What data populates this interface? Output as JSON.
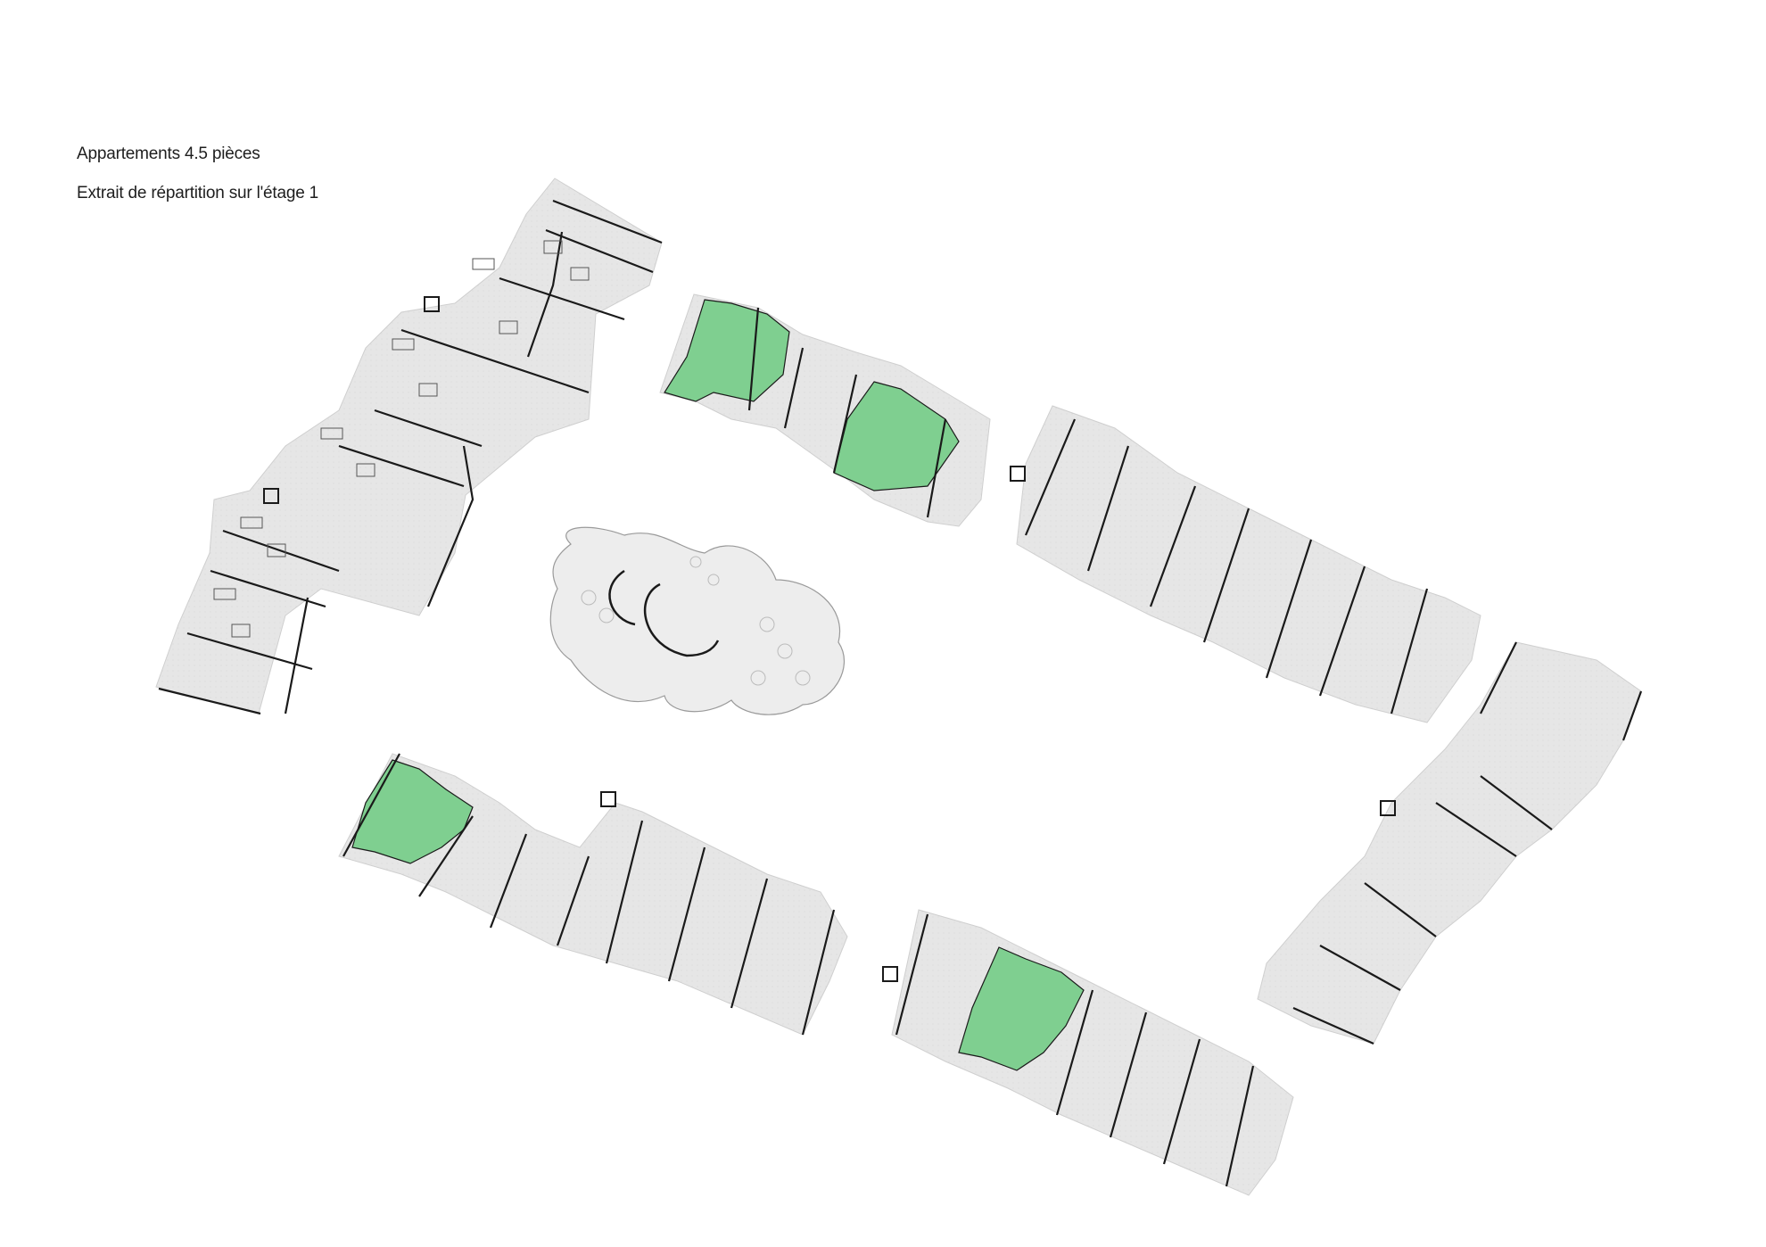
{
  "title": "Appartements 4.5 pièces",
  "subtitle": "Extrait de répartition sur l'étage 1",
  "colors": {
    "floor": "#e6e6e6",
    "floor_light": "#eeeeee",
    "wall": "#1a1a1a",
    "furniture": "#fafafa",
    "highlight": "#7fcf90",
    "background": "#ffffff"
  },
  "legend_note": "",
  "highlighted_units": 4
}
